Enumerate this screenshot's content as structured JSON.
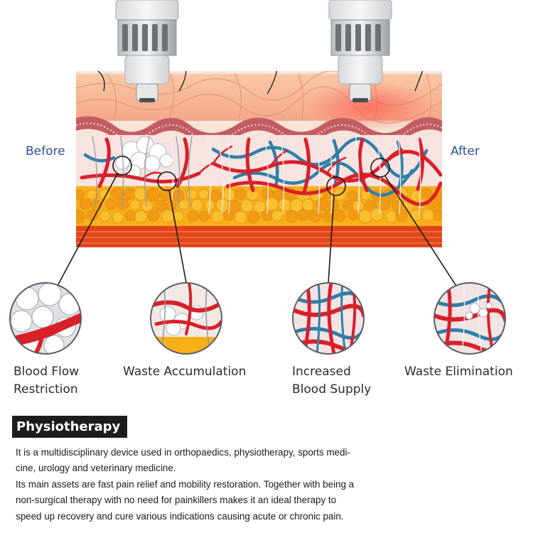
{
  "labels": {
    "before": "Before",
    "after": "After"
  },
  "callouts": [
    {
      "lines": [
        "Blood Flow",
        "Restriction"
      ]
    },
    {
      "lines": [
        "Waste Accumulation"
      ]
    },
    {
      "lines": [
        "Increased",
        "Blood Supply"
      ]
    },
    {
      "lines": [
        "Waste Elimination"
      ]
    }
  ],
  "section": {
    "title": "Physiotherapy",
    "lines": [
      "It is a multidisciplinary device used in orthopaedics, physiotherapy, sports medi-",
      "cine, urology and veterinary medicine.",
      "Its main assets are fast pain relief and mobility restoration. Together with being a",
      "non-surgical therapy with no need for painkillers makes it an ideal therapy to",
      "speed up recovery and cure various indications causing acute or chronic pain."
    ]
  },
  "colors": {
    "label_blue": "#2a4f9a",
    "vessel_red": "#d8202a",
    "vessel_blue": "#2f7fa8",
    "fat_yellow": "#f6b019",
    "title_bar": "#1c1c1c"
  }
}
